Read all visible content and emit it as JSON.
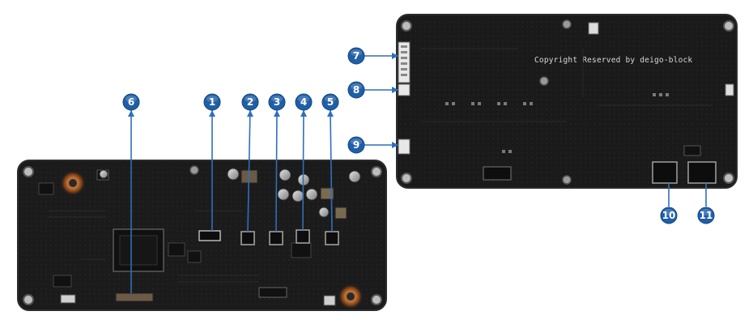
{
  "figure": {
    "copyright_text": "Copyright Reserved by deigo-block",
    "callouts": [
      {
        "number": "1",
        "target": "front-board-connector-1"
      },
      {
        "number": "2",
        "target": "front-board-port-2"
      },
      {
        "number": "3",
        "target": "front-board-port-3"
      },
      {
        "number": "4",
        "target": "front-board-port-4"
      },
      {
        "number": "5",
        "target": "front-board-port-5"
      },
      {
        "number": "6",
        "target": "front-board-flat-connector-6"
      },
      {
        "number": "7",
        "target": "back-board-pin-header-7"
      },
      {
        "number": "8",
        "target": "back-board-connector-8"
      },
      {
        "number": "9",
        "target": "back-board-connector-9"
      },
      {
        "number": "10",
        "target": "back-board-terminal-10"
      },
      {
        "number": "11",
        "target": "back-board-terminal-11"
      }
    ],
    "colors": {
      "pcb": "#1b1b1b",
      "pcb_edge": "#2c2c2c",
      "callout_fill": "#1f5fa8",
      "callout_line": "#2f6fba"
    }
  }
}
